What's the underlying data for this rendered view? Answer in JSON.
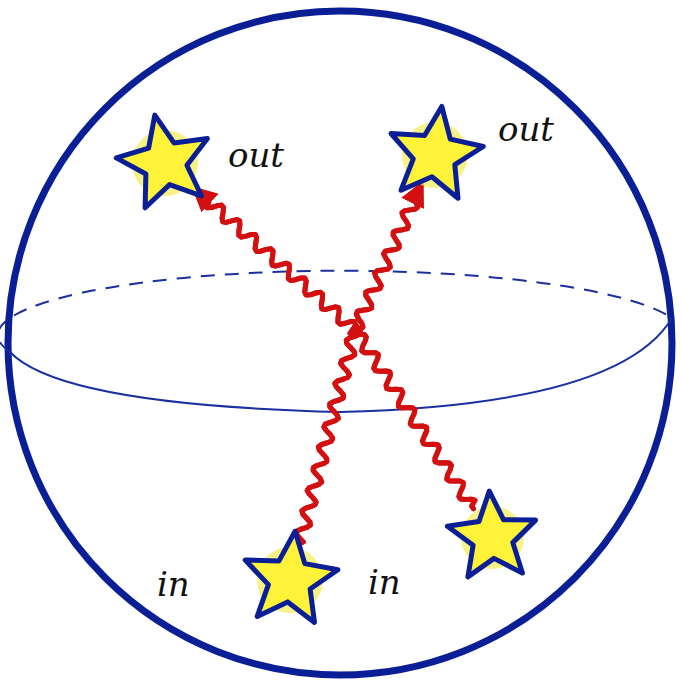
{
  "diagram": {
    "nodes": [
      {
        "text": [
          "out"
        ]
      },
      {
        "text": [
          "out"
        ]
      },
      {
        "text": [
          "in"
        ]
      },
      {
        "text": [
          "in"
        ]
      }
    ],
    "edges": [
      {
        "from": 2,
        "to": 0,
        "arrow": "to"
      },
      {
        "from": 2,
        "to": 1,
        "arrow": "to"
      },
      {
        "from": 3,
        "to": 0,
        "arrow": "to"
      },
      {
        "from": 3,
        "to": 1,
        "arrow": "to"
      }
    ]
  }
}
